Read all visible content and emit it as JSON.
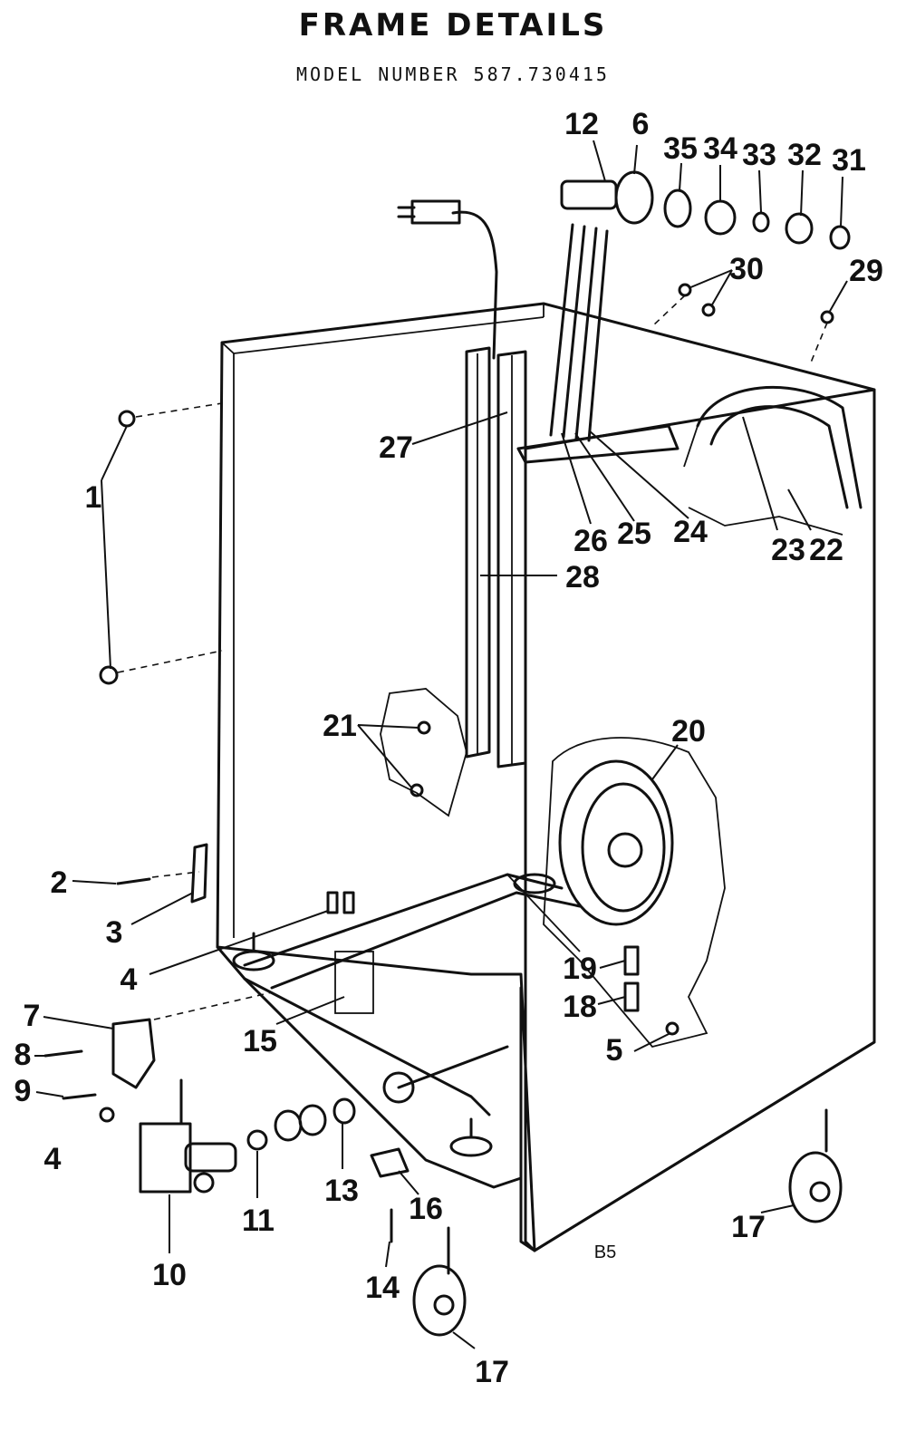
{
  "header": {
    "title": "FRAME DETAILS",
    "model": "MODEL NUMBER 587.730415"
  },
  "diagram": {
    "figure_code": "B5",
    "callouts": [
      "1",
      "2",
      "3",
      "4",
      "4",
      "5",
      "6",
      "7",
      "8",
      "9",
      "10",
      "11",
      "12",
      "13",
      "14",
      "15",
      "16",
      "17",
      "17",
      "18",
      "19",
      "20",
      "21",
      "22",
      "23",
      "24",
      "25",
      "26",
      "27",
      "28",
      "29",
      "30",
      "31",
      "32",
      "33",
      "34",
      "35"
    ]
  }
}
